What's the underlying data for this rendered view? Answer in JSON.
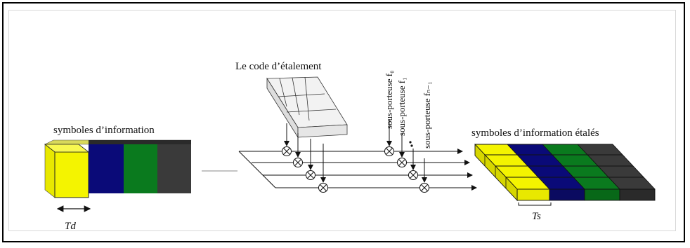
{
  "labels": {
    "spreading_code": "Le code d’étalement",
    "info_symbols": "symboles d’information",
    "spread_symbols": "symboles d’information étalés",
    "subcarrier_0": "sous-porteuse f₀",
    "subcarrier_1": "sous-porteuse f₁",
    "subcarrier_n": "sous-porteuse fₙ₋₁",
    "symbol_duration": "Td",
    "chip_duration": "Ts"
  },
  "colors": {
    "yellow": "#f4f400",
    "blue": "#0a0a78",
    "green": "#0a7a1e",
    "dark": "#3a3a3a"
  },
  "icons": {
    "multiplier": "multiplier-circle-icon",
    "arrow": "arrow-icon"
  }
}
